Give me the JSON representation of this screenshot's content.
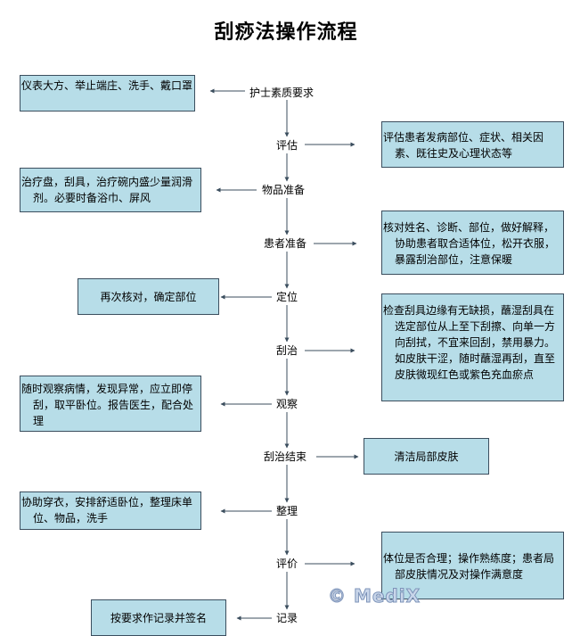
{
  "title": "刮痧法操作流程",
  "steps": [
    {
      "label": "护士素质要求",
      "detail": "仪表大方、举止端庄、洗手、戴口罩",
      "side": "left"
    },
    {
      "label": "评估",
      "detail": "评估患者发病部位、症状、相关因素、既往史及心理状态等",
      "side": "right"
    },
    {
      "label": "物品准备",
      "detail": "治疗盘，刮具，治疗碗内盛少量润滑剂。必要时备浴巾、屏风",
      "side": "left"
    },
    {
      "label": "患者准备",
      "detail": "核对姓名、诊断、部位，做好解释，协助患者取合适体位，松开衣服，暴露刮治部位，注意保暖",
      "side": "right"
    },
    {
      "label": "定位",
      "detail": "再次核对，确定部位",
      "side": "left"
    },
    {
      "label": "刮治",
      "detail": "检查刮具边缘有无缺损，蘸湿刮具在选定部位从上至下刮擦、向单一方向刮拭，不宜来回刮，禁用暴力。如皮肤干涩，随时蘸湿再刮，直至皮肤微现红色或紫色充血瘀点",
      "side": "right"
    },
    {
      "label": "观察",
      "detail": "随时观察病情，发现异常，应立即停刮，取平卧位。报告医生，配合处理",
      "side": "left"
    },
    {
      "label": "刮治结束",
      "detail": "清洁局部皮肤",
      "side": "right"
    },
    {
      "label": "整理",
      "detail": "协助穿衣，安排舒适卧位，整理床单位、物品，洗手",
      "side": "left"
    },
    {
      "label": "评价",
      "detail": "体位是否合理；操作熟练度；患者局部皮肤情况及对操作满意度",
      "side": "right"
    },
    {
      "label": "记录",
      "detail": "按要求作记录并签名",
      "side": "left"
    }
  ],
  "watermark": "© MediX",
  "colors": {
    "box_fill": "#b7dde8",
    "box_border": "#3b4e5e",
    "arrow": "#3b4e5e"
  }
}
